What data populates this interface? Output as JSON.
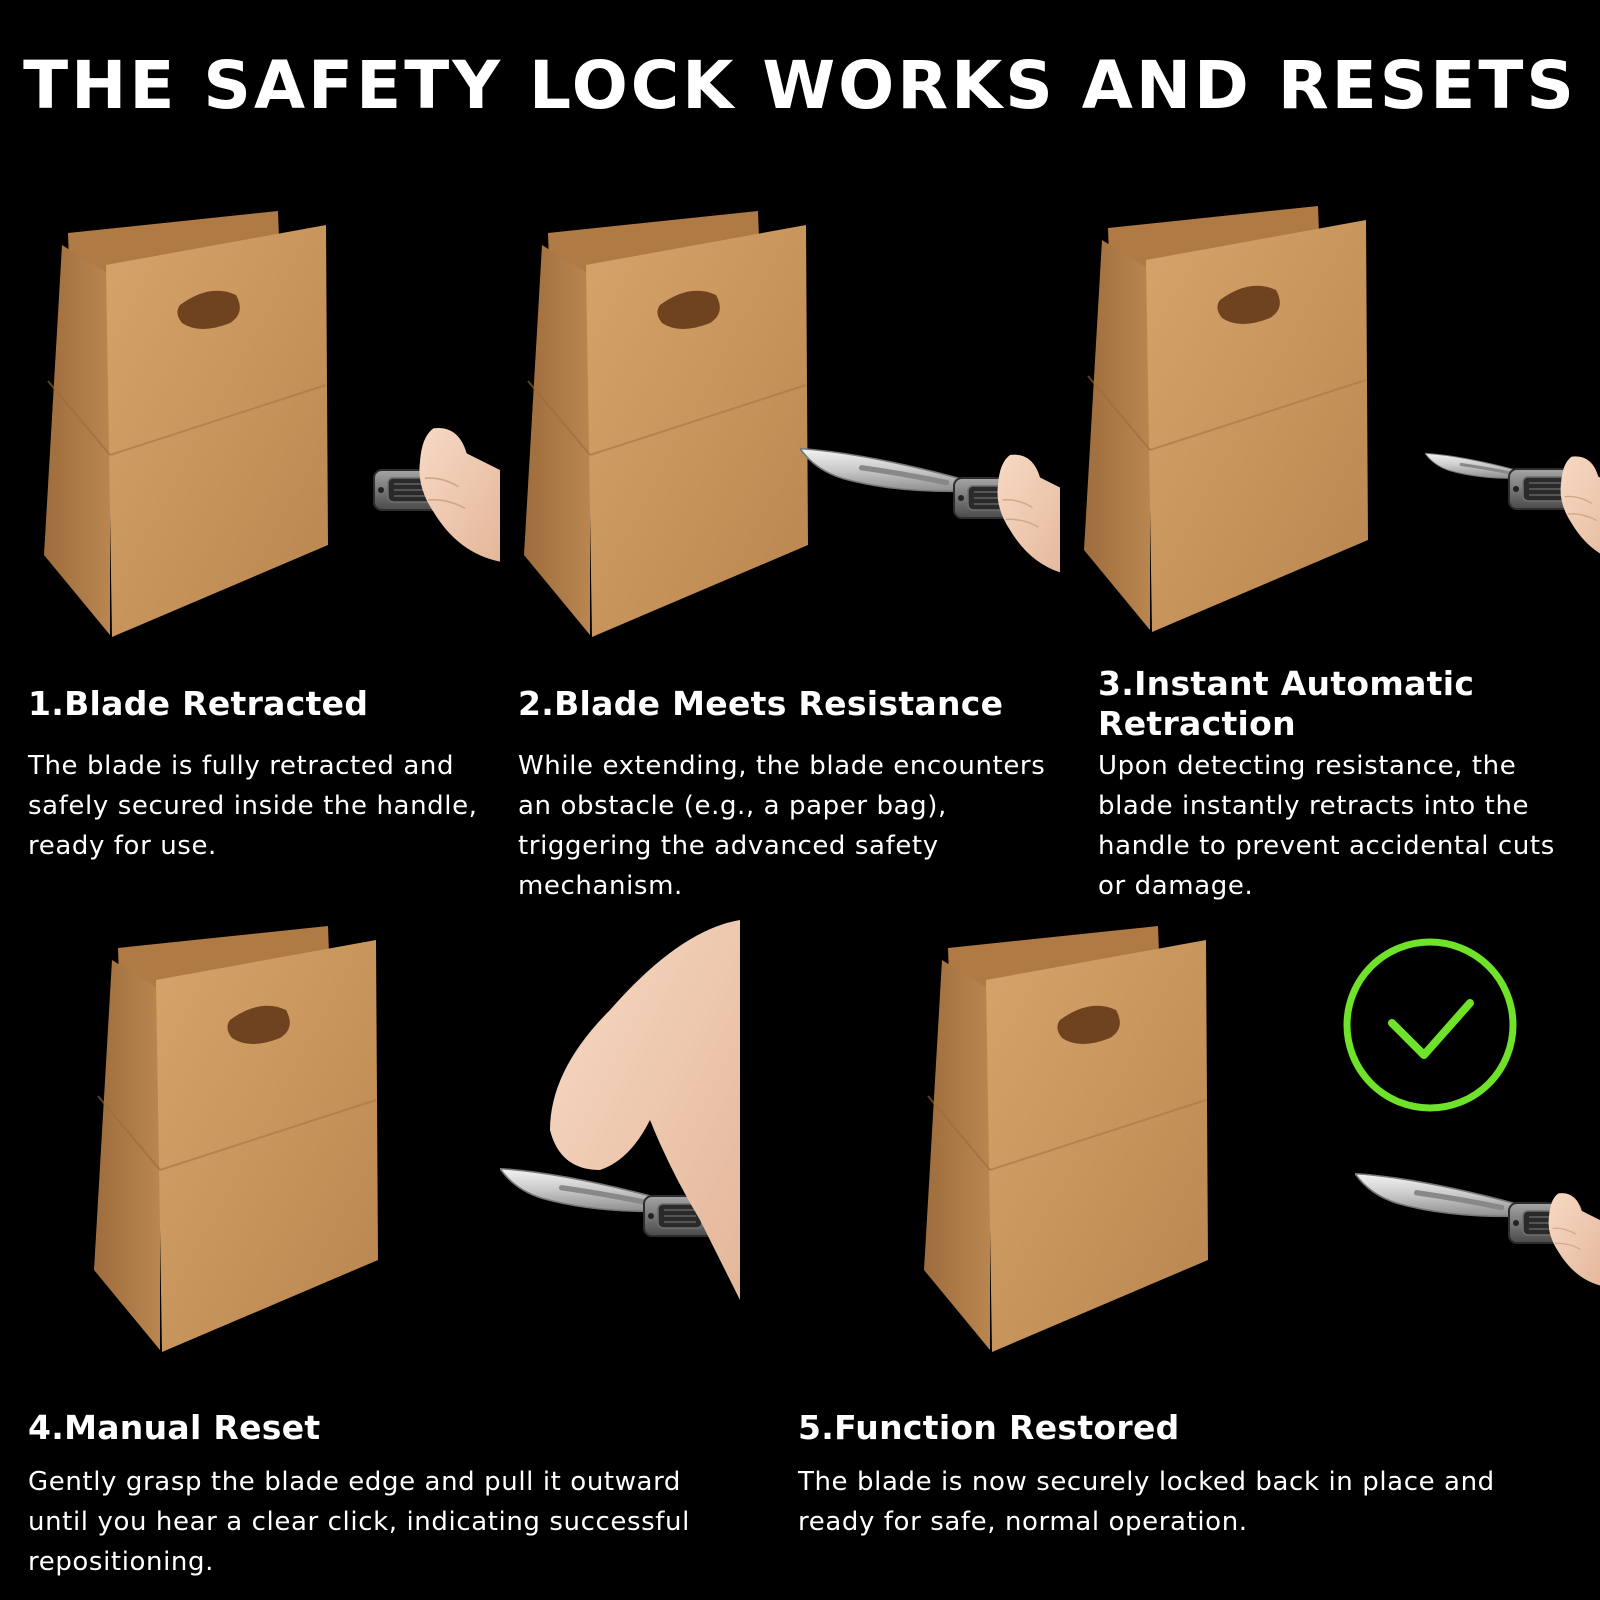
{
  "title": "THE SAFETY LOCK WORKS AND RESETS",
  "steps": [
    {
      "title": "1.Blade Retracted",
      "description": "The blade is fully retracted and safely secured inside the handle, ready for use."
    },
    {
      "title": "2.Blade Meets Resistance",
      "description": "While extending, the blade encounters an obstacle (e.g., a paper bag), triggering the advanced safety mechanism."
    },
    {
      "title": "3.Instant Automatic Retraction",
      "description": "Upon detecting resistance, the blade instantly retracts into the handle to prevent accidental cuts or damage."
    },
    {
      "title": "4.Manual Reset",
      "description": "Gently grasp the blade edge and pull it outward until you hear a clear click, indicating successful repositioning."
    },
    {
      "title": "5.Function Restored",
      "description": "The blade is now securely locked back in place and ready for safe, normal operation."
    }
  ],
  "colors": {
    "background": "#000000",
    "text": "#ffffff",
    "kraft": "#c8945a",
    "check": "#6fe22a"
  }
}
